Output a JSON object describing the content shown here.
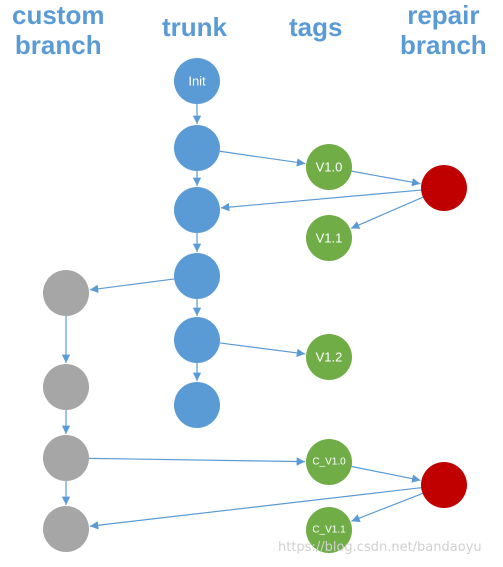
{
  "headers": {
    "custom": [
      "custom",
      "branch"
    ],
    "trunk": "trunk",
    "tags": "tags",
    "repair": [
      "repair",
      "branch"
    ]
  },
  "nodes": {
    "trunk": [
      "Init",
      "",
      "",
      "",
      "",
      ""
    ],
    "tags": [
      "V1.0",
      "V1.1",
      "V1.2",
      "C_V1.0",
      "C_V1.1"
    ],
    "repair": [
      "",
      ""
    ],
    "custom": [
      "",
      "",
      "",
      ""
    ]
  },
  "colors": {
    "header": "#5b9bd5",
    "trunk": "#5b9bd5",
    "tag": "#70ad47",
    "repair": "#c00000",
    "custom": "#a6a6a6",
    "arrow": "#5b9bd5"
  },
  "watermark": "https://blog.csdn.net/bandaoyu"
}
